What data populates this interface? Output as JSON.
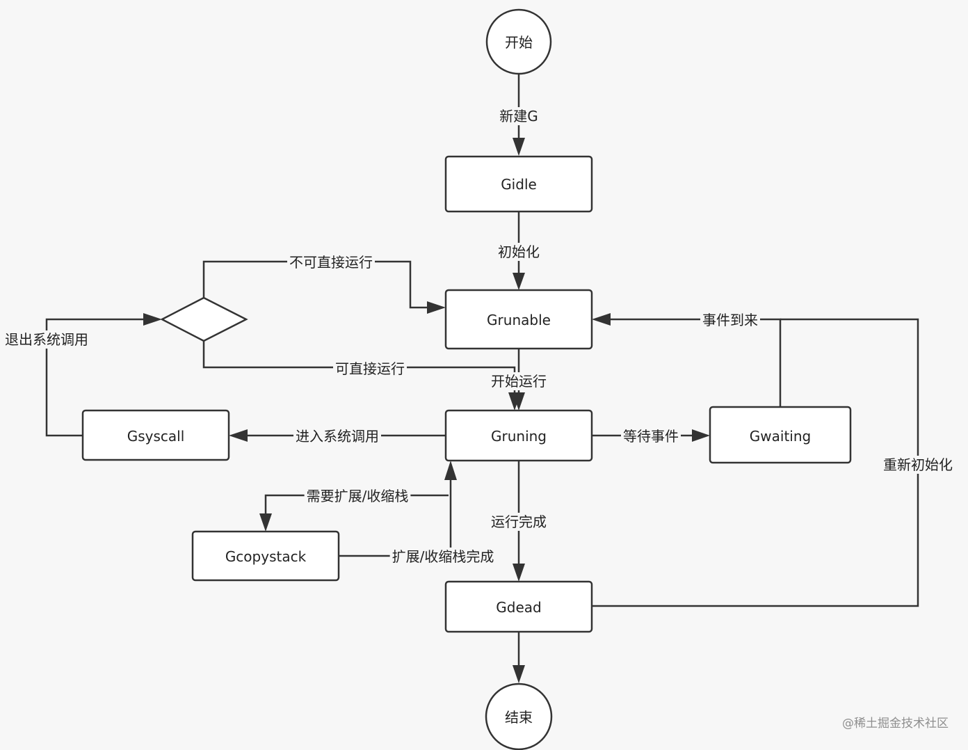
{
  "nodes": {
    "start": "开始",
    "gidle": "Gidle",
    "grunable": "Grunable",
    "decision": "",
    "gruning": "Gruning",
    "gsyscall": "Gsyscall",
    "gwaiting": "Gwaiting",
    "gcopystack": "Gcopystack",
    "gdead": "Gdead",
    "end": "结束"
  },
  "edges": {
    "new_g": "新建G",
    "init": "初始化",
    "cannot_run_directly": "不可直接运行",
    "can_run_directly": "可直接运行",
    "exit_syscall": "退出系统调用",
    "start_running": "开始运行",
    "enter_syscall": "进入系统调用",
    "wait_event": "等待事件",
    "event_arrives": "事件到来",
    "reinit": "重新初始化",
    "need_grow_shrink_stack": "需要扩展/收缩栈",
    "grow_shrink_done": "扩展/收缩栈完成",
    "run_complete": "运行完成"
  },
  "watermark": "@稀土掘金技术社区"
}
